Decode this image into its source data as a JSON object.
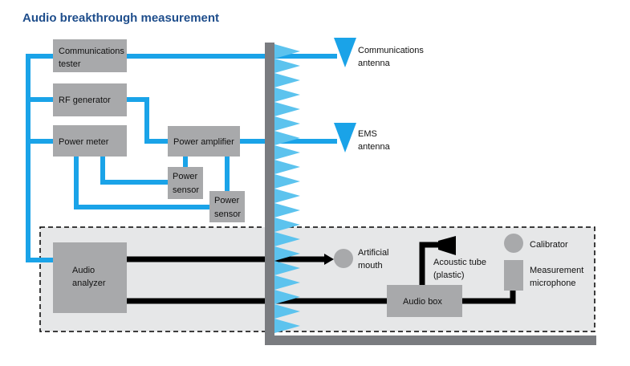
{
  "title": "Audio breakthrough measurement",
  "components": {
    "communications_tester": [
      "Communications",
      "tester"
    ],
    "rf_generator": [
      "RF generator"
    ],
    "power_meter": [
      "Power meter"
    ],
    "power_amplifier": [
      "Power amplifier"
    ],
    "power_sensor_1": [
      "Power",
      "sensor"
    ],
    "power_sensor_2": [
      "Power",
      "sensor"
    ],
    "audio_analyzer": [
      "Audio",
      "analyzer"
    ],
    "audio_box": [
      "Audio box"
    ],
    "communications_antenna": [
      "Communications",
      "antenna"
    ],
    "ems_antenna": [
      "EMS",
      "antenna"
    ],
    "artificial_mouth": [
      "Artificial",
      "mouth"
    ],
    "acoustic_tube": [
      "Acoustic tube",
      "(plastic)"
    ],
    "calibrator": [
      "Calibrator"
    ],
    "measurement_microphone": [
      "Measurement",
      "microphone"
    ]
  },
  "colors": {
    "title": "#1f4e8c",
    "rf_cable": "#1aa3e8",
    "audio_cable": "#000000",
    "box": "#a8a9ab",
    "chamber_wall": "#7a7c80",
    "absorber": "#5cc3ee",
    "shielded_area": "#e6e7e8"
  },
  "icons": [
    "antenna-icon",
    "absorber-spike-icon",
    "speaker-icon",
    "microphone-icon"
  ]
}
